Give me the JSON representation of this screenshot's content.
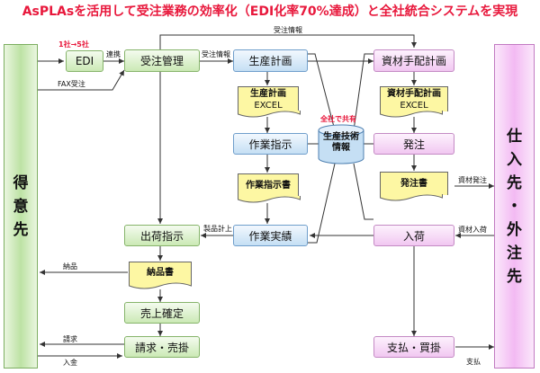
{
  "title": "AsPLAsを活用して受注業務の効率化（EDI化率70%達成）と全社統合システムを実現",
  "left_party": [
    "得",
    "意",
    "先"
  ],
  "right_party": [
    "仕",
    "入",
    "先",
    "・",
    "外",
    "注",
    "先"
  ],
  "boxes": {
    "edi": "EDI",
    "order_mgmt": "受注管理",
    "shipping": "出荷指示",
    "sales_confirm": "売上確定",
    "billing": "請求・売掛",
    "production_plan": "生産計画",
    "work_order": "作業指示",
    "work_result": "作業実績",
    "material_plan": "資材手配計画",
    "purchase_order": "発注",
    "receiving": "入荷",
    "payment": "支払・買掛"
  },
  "docs": {
    "production_plan_excel": [
      "生産計画",
      "EXCEL"
    ],
    "material_plan_excel": [
      "資材手配計画",
      "EXCEL"
    ],
    "work_order_doc": "作業指示書",
    "delivery_note": "納品書",
    "purchase_order_doc": "発注書"
  },
  "center_db": [
    "生産技術",
    "情報"
  ],
  "shared_label": "全社で共有",
  "edi_note": "1社→5社",
  "labels": {
    "link": "連携",
    "fax": "FAX受注",
    "order_info_top": "受注情報",
    "order_info": "受注情報",
    "product_stock": "製品計上",
    "delivery": "納品",
    "invoice": "請求",
    "deposit": "入金",
    "material_order": "資材発注",
    "material_receipt": "資材入荷",
    "payment": "支払"
  },
  "colors": {
    "title": "#e8183c",
    "customer_green": "#bde2a4",
    "supplier_pink": "#f3baf3",
    "doc_yellow": "#fdf7a3",
    "db_blue": "#c5dff4",
    "accent_red": "#e8183c"
  }
}
